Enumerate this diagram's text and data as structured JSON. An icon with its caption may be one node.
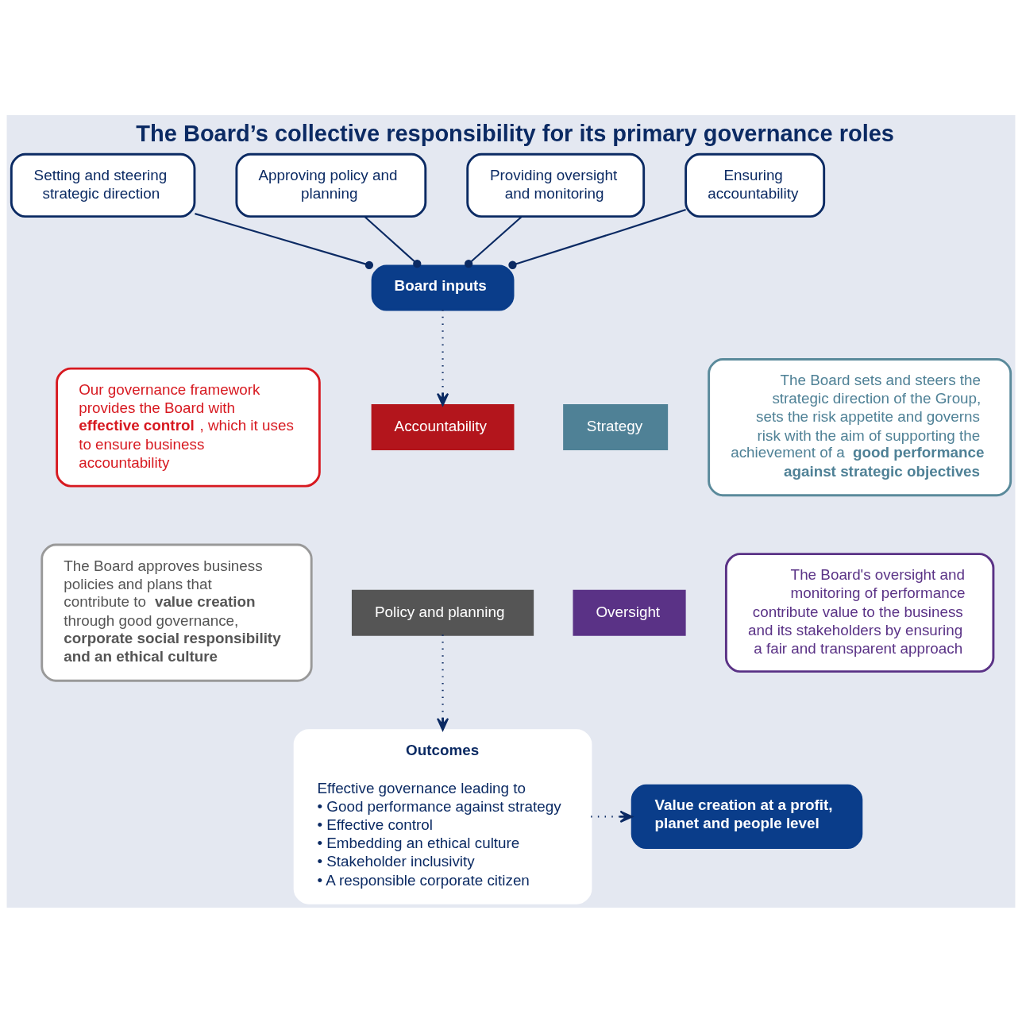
{
  "diagram": {
    "title": "The Board’s collective responsibility for its primary governance roles",
    "nodes": [
      {
        "text": [
          "Setting and steering strategic direction"
        ]
      },
      {
        "text": [
          "Approving policy and planning"
        ]
      },
      {
        "text": [
          "Providing oversight and monitoring"
        ]
      },
      {
        "text": [
          "Ensuring accountability"
        ]
      },
      {
        "text": [
          "Board inputs"
        ]
      },
      {
        "text": [
          "Accountability"
        ]
      },
      {
        "text": [
          "Strategy"
        ]
      },
      {
        "text": [
          "Policy and planning"
        ]
      },
      {
        "text": [
          "Oversight"
        ]
      },
      {
        "text": [
          "Our governance framework provides the Board with **effective control**, which it uses to ensure business accountability"
        ]
      },
      {
        "text": [
          "The Board sets and steers the strategic direction of the Group, sets the risk appetite and governs risk with the aim of supporting the achievement of a **good performance against strategic objectives**"
        ]
      },
      {
        "text": [
          "The Board approves business policies and plans that contribute to **value creation** through good governance, **corporate social responsibility and an ethical culture**"
        ]
      },
      {
        "text": [
          "The Board's oversight and monitoring of performance contribute value to the business and its stakeholders by ensuring a fair and transparent approach"
        ]
      },
      {
        "text": [
          "Outcomes",
          "Effective governance leading to",
          "• Good performance against strategy",
          "• Effective control",
          "• Embedding an ethical culture",
          "• Stakeholder inclusivity",
          "• A responsible corporate citizen"
        ]
      },
      {
        "text": [
          "Value creation at a profit, planet and people level"
        ]
      }
    ],
    "edges": [
      {
        "from": 0,
        "to": 4,
        "arrow": "other"
      },
      {
        "from": 1,
        "to": 4,
        "arrow": "other"
      },
      {
        "from": 2,
        "to": 4,
        "arrow": "other"
      },
      {
        "from": 3,
        "to": 4,
        "arrow": "other"
      },
      {
        "from": 4,
        "to": 5,
        "arrow": "to",
        "style": "dashed"
      },
      {
        "from": 7,
        "to": 13,
        "arrow": "to",
        "style": "dashed"
      },
      {
        "from": 13,
        "to": 14,
        "arrow": "to",
        "style": "dashed"
      }
    ]
  }
}
